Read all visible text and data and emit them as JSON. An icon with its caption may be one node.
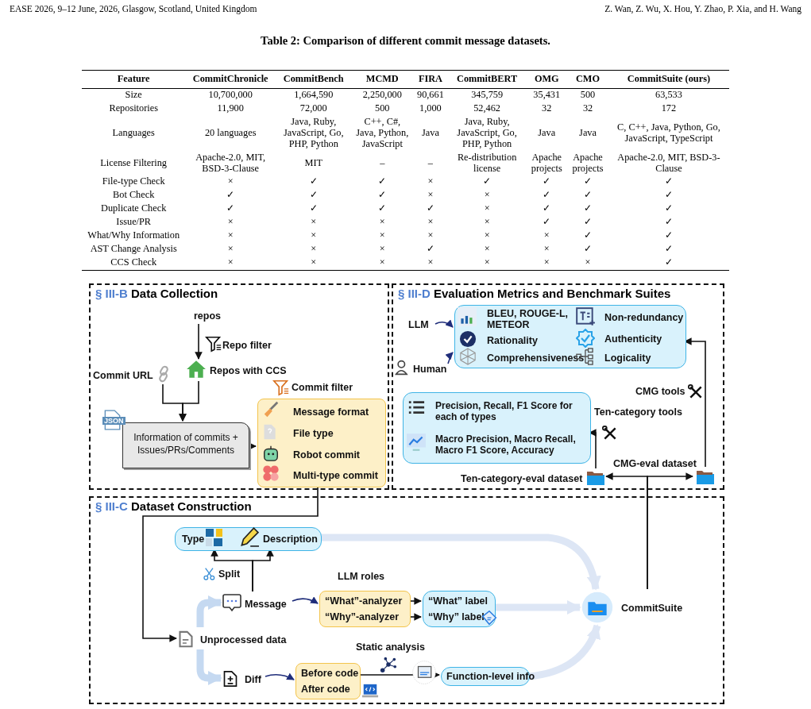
{
  "diagram": {
    "nodes": [
      {
        "text": [
          "§ III-B",
          "Data Collection"
        ]
      },
      {
        "text": [
          "repos"
        ],
        "in": 0
      },
      {
        "text": [
          "Repos with CCS"
        ],
        "in": 0
      },
      {
        "text": [
          "Commit URL"
        ],
        "in": 0
      },
      {
        "text": [
          "Information of commits + Issues/PRs/Comments"
        ],
        "beside": [
          "JSON"
        ],
        "in": 0
      },
      {
        "text": [
          "Commit filter",
          "Message format",
          "File type",
          "Robot commit",
          "Multi-type commit"
        ],
        "in": 0
      },
      {
        "text": [
          "§ III-D",
          "Evaluation Metrics and Benchmark Suites"
        ]
      },
      {
        "text": [
          "LLM"
        ],
        "in": 6
      },
      {
        "text": [
          "Human"
        ],
        "in": 6
      },
      {
        "text": [
          "BLEU, ROUGE-L, METEOR",
          "Non-redundancy",
          "Rationality",
          "Authenticity",
          "Comprehensiveness",
          "Logicality"
        ],
        "in": 6
      },
      {
        "text": [
          "Precision, Recall, F1 Score for each of types",
          "Macro Precision, Macro Recall, Macro F1 Score, Accuracy"
        ],
        "in": 6
      },
      {
        "text": [
          "Ten-category-eval dataset"
        ],
        "in": 6
      },
      {
        "text": [
          "CMG-eval dataset"
        ],
        "in": 6
      },
      {
        "text": [
          "§ III-C",
          "Dataset Construction"
        ]
      },
      {
        "text": [
          "Type",
          "Description"
        ],
        "in": 13
      },
      {
        "text": [
          "Message"
        ],
        "in": 13
      },
      {
        "text": [
          "Unprocessed data"
        ],
        "in": 13
      },
      {
        "text": [
          "Diff"
        ],
        "in": 13
      },
      {
        "text": [
          "LLM roles",
          "“What”-analyzer",
          "“Why”-analyzer"
        ],
        "in": 13
      },
      {
        "text": [
          "“What” label",
          "“Why” label"
        ],
        "in": 13
      },
      {
        "text": [
          "Before code",
          "After code"
        ],
        "in": 13
      },
      {
        "text": [
          "Function-level info"
        ],
        "in": 13
      },
      {
        "text": [
          "CommitSuite"
        ],
        "in": 13
      }
    ],
    "edges": [
      {
        "from": 1,
        "to": 2,
        "arrow": "to",
        "label": "Repo filter"
      },
      {
        "from": 3,
        "to": 4,
        "arrow": "to"
      },
      {
        "from": 2,
        "to": 4,
        "arrow": "to"
      },
      {
        "from": 4,
        "to": 5,
        "arrow": "to"
      },
      {
        "from": 5,
        "to": 16,
        "arrow": "to"
      },
      {
        "from": 7,
        "to": 9,
        "arrow": "to",
        "color": "#1f2d7a"
      },
      {
        "from": 8,
        "to": 9,
        "arrow": "to",
        "color": "#1f2d7a"
      },
      {
        "from": 12,
        "to": 9,
        "arrow": "to",
        "label": "CMG tools"
      },
      {
        "from": 11,
        "to": 10,
        "arrow": "to",
        "label": "Ten-category tools"
      },
      {
        "from": 22,
        "to": 11,
        "arrow": "to"
      },
      {
        "from": 22,
        "to": 12,
        "arrow": "to"
      },
      {
        "from": 16,
        "to": 15,
        "arrow": "to",
        "style": "thick",
        "color": "#c5d9f1"
      },
      {
        "from": 16,
        "to": 17,
        "arrow": "to",
        "style": "thick",
        "color": "#c5d9f1"
      },
      {
        "from": 15,
        "to": 14,
        "arrow": "to",
        "label": "Split"
      },
      {
        "from": 15,
        "to": 14,
        "arrow": "to"
      },
      {
        "from": 15,
        "to": 18,
        "arrow": "to",
        "color": "#1f2d7a"
      },
      {
        "from": 17,
        "to": 20,
        "arrow": "to",
        "color": "#1f2d7a"
      },
      {
        "from": 18,
        "to": 19,
        "arrow": "to"
      },
      {
        "from": 18,
        "to": 19,
        "arrow": "to"
      },
      {
        "from": 20,
        "to": 21,
        "arrow": "to",
        "label": "Static analysis"
      },
      {
        "from": 14,
        "to": 22,
        "arrow": "to",
        "style": "thick",
        "color": "#dde6f5"
      },
      {
        "from": 19,
        "to": 22,
        "arrow": "to",
        "style": "thick",
        "color": "#dde6f5"
      },
      {
        "from": 21,
        "to": 22,
        "arrow": "to",
        "style": "thick",
        "color": "#dde6f5"
      }
    ],
    "labels": [
      "EASE 2026, 9–12 June, 2026, Glasgow, Scotland, United Kingdom",
      "Z. Wan, Z. Wu, X. Hou, Y. Zhao, P. Xia, and H. Wang",
      "Table 2: Comparison of different commit message datasets.",
      "Feature",
      "CommitChronicle",
      "CommitBench",
      "MCMD",
      "FIRA",
      "CommitBERT",
      "OMG",
      "CMO",
      "CommitSuite (ours)",
      "Size",
      "10,700,000",
      "1,664,590",
      "2,250,000",
      "90,661",
      "345,759",
      "35,431",
      "500",
      "63,533",
      "Repositories",
      "11,900",
      "72,000",
      "500",
      "1,000",
      "52,462",
      "32",
      "32",
      "172",
      "Languages",
      "20 languages",
      "Java, Ruby, JavaScript, Go, PHP, Python",
      "C++, C#, Java, Python, JavaScript",
      "Java",
      "Java, Ruby, JavaScript, Go, PHP, Python",
      "Java",
      "Java",
      "C, C++, Java, Python, Go, JavaScript, TypeScript",
      "License Filtering",
      "Apache-2.0, MIT, BSD-3-Clause",
      "MIT",
      "–",
      "–",
      "Re-distribution license",
      "Apache projects",
      "Apache projects",
      "Apache-2.0, MIT, BSD-3-Clause",
      "File-type Check",
      "×",
      "✓",
      "✓",
      "×",
      "✓",
      "✓",
      "✓",
      "✓",
      "Bot Check",
      "✓",
      "✓",
      "✓",
      "×",
      "×",
      "✓",
      "✓",
      "✓",
      "Duplicate Check",
      "✓",
      "✓",
      "✓",
      "✓",
      "×",
      "✓",
      "✓",
      "✓",
      "Issue/PR",
      "×",
      "×",
      "×",
      "×",
      "×",
      "✓",
      "✓",
      "✓",
      "What/Why Information",
      "×",
      "×",
      "×",
      "×",
      "×",
      "×",
      "✓",
      "✓",
      "AST Change Analysis",
      "×",
      "×",
      "×",
      "✓",
      "×",
      "×",
      "✓",
      "✓",
      "CCS Check",
      "×",
      "×",
      "×",
      "×",
      "×",
      "×",
      "×",
      "✓"
    ]
  }
}
